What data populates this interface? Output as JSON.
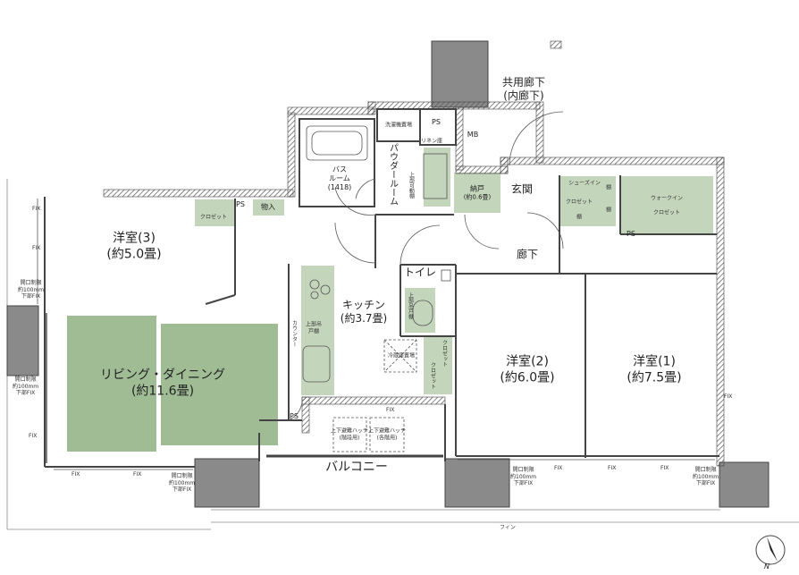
{
  "rooms": {
    "room3": {
      "name": "洋室(3)",
      "area": "(約5.0畳)"
    },
    "ldk": {
      "name": "リビング・ダイニング",
      "area": "(約11.6畳)"
    },
    "kitchen": {
      "name": "キッチン",
      "area": "(約3.7畳)"
    },
    "room2": {
      "name": "洋室(2)",
      "area": "(約6.0畳)"
    },
    "room1": {
      "name": "洋室(1)",
      "area": "(約7.5畳)"
    },
    "bath": {
      "name": "バス\nルーム",
      "size": "(1418)"
    },
    "powder": {
      "name": "パウダールーム"
    },
    "toilet": {
      "name": "トイレ"
    },
    "hall": {
      "name": "廊下"
    },
    "entrance": {
      "name": "玄関"
    },
    "balcony": {
      "name": "バルコニー"
    },
    "corridor": {
      "name": "共用廊下",
      "sub": "(内廊下)"
    },
    "closet_nando": {
      "name": "納戸",
      "area": "(約0.6畳)"
    }
  },
  "small_labels": {
    "laundry": "洗濯機置場",
    "ps_top": "PS",
    "mb": "MB",
    "linen": "リネン庫",
    "upper_cabinet": "上部可動棚",
    "closet_r3": "クロゼット",
    "ps_r3": "PS",
    "storage": "物入",
    "shoes_in": "シューズイン",
    "shoes_closet": "クロゼット",
    "shelf": "棚",
    "walkin": "ウォークイン",
    "walkin_closet": "クロゼット",
    "ps_walkin": "PS",
    "counter": "カウンター",
    "upper_hanging": "上部吊戸棚",
    "fridge": "冷蔵庫置場",
    "toilet_upper": "上部吊戸棚",
    "closet_k1": "クロゼット",
    "closet_k2": "クロゼット",
    "ps_kitchen": "PS",
    "hatch1": "上下避難ハッチ",
    "hatch1b": "(階段用)",
    "hatch2": "上下避難ハッチ",
    "hatch2b": "(各階用)",
    "fin": "フィン",
    "north": "N"
  },
  "window_notes": {
    "fix": "FIX",
    "limit": "開口制限\n約100mm\n下部FIX",
    "limit_short": "開口制限\n約100mm\n下部FIX"
  },
  "colors": {
    "green": "#9fbc95",
    "green_light": "#c3d5bb",
    "wall": "#444444",
    "hatch": "#999999",
    "column": "#8a8a8a"
  }
}
